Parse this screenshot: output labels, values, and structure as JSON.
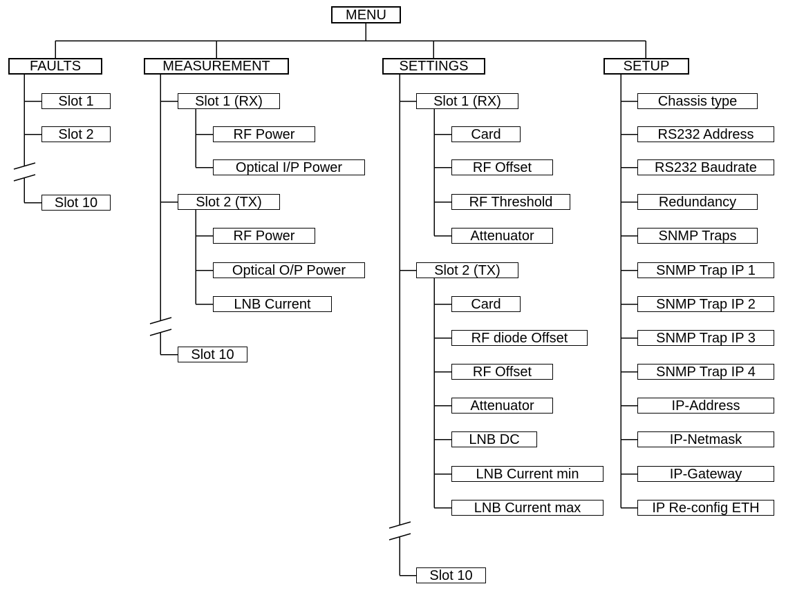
{
  "diagram": {
    "root_label": "MENU",
    "colors": {
      "line": "#000000",
      "background": "#ffffff",
      "text": "#000000"
    },
    "branches": [
      {
        "label": "FAULTS",
        "children": [
          {
            "label": "Slot 1"
          },
          {
            "label": "Slot 2"
          },
          {
            "label": "Slot 10"
          }
        ],
        "break_between": [
          "Slot 2",
          "Slot 10"
        ]
      },
      {
        "label": "MEASUREMENT",
        "children": [
          {
            "label": "Slot 1 (RX)",
            "children": [
              {
                "label": "RF Power"
              },
              {
                "label": "Optical I/P Power"
              }
            ]
          },
          {
            "label": "Slot 2 (TX)",
            "children": [
              {
                "label": "RF Power"
              },
              {
                "label": "Optical O/P Power"
              },
              {
                "label": "LNB Current"
              }
            ]
          },
          {
            "label": "Slot 10"
          }
        ],
        "break_between": [
          "Slot 2 (TX)",
          "Slot 10"
        ]
      },
      {
        "label": "SETTINGS",
        "children": [
          {
            "label": "Slot 1 (RX)",
            "children": [
              {
                "label": "Card"
              },
              {
                "label": "RF Offset"
              },
              {
                "label": "RF Threshold"
              },
              {
                "label": "Attenuator"
              }
            ]
          },
          {
            "label": "Slot 2 (TX)",
            "children": [
              {
                "label": "Card"
              },
              {
                "label": "RF diode Offset"
              },
              {
                "label": "RF Offset"
              },
              {
                "label": "Attenuator"
              },
              {
                "label": "LNB DC"
              },
              {
                "label": "LNB Current min"
              },
              {
                "label": "LNB Current max"
              }
            ]
          },
          {
            "label": "Slot 10"
          }
        ],
        "break_between": [
          "Slot 2 (TX)",
          "Slot 10"
        ]
      },
      {
        "label": "SETUP",
        "children": [
          {
            "label": "Chassis type"
          },
          {
            "label": "RS232 Address"
          },
          {
            "label": "RS232 Baudrate"
          },
          {
            "label": "Redundancy"
          },
          {
            "label": "SNMP Traps"
          },
          {
            "label": "SNMP Trap IP 1"
          },
          {
            "label": "SNMP Trap IP 2"
          },
          {
            "label": "SNMP Trap IP 3"
          },
          {
            "label": "SNMP Trap IP 4"
          },
          {
            "label": "IP-Address"
          },
          {
            "label": "IP-Netmask"
          },
          {
            "label": "IP-Gateway"
          },
          {
            "label": "IP Re-config ETH"
          }
        ]
      }
    ]
  }
}
